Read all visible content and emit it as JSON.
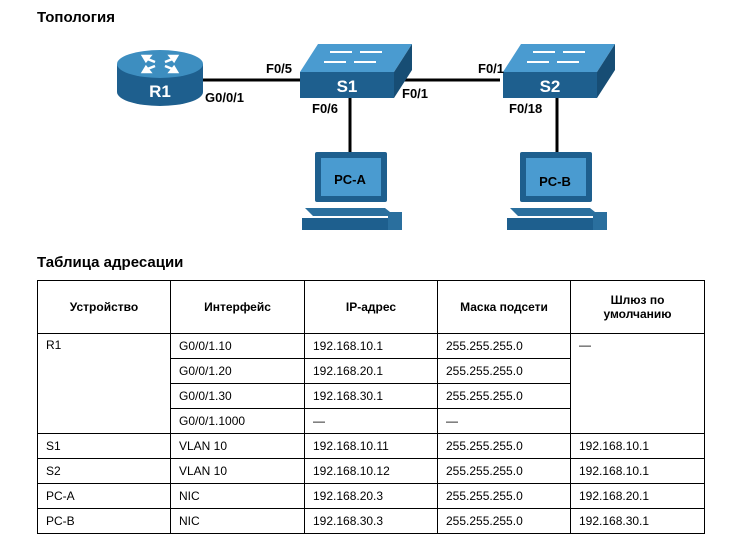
{
  "topology": {
    "title": "Топология",
    "devices": {
      "r1": "R1",
      "s1": "S1",
      "s2": "S2",
      "pca": "PC-A",
      "pcb": "PC-B"
    },
    "ports": {
      "r1_g": "G0/0/1",
      "s1_f05": "F0/5",
      "s1_f06": "F0/6",
      "s1_f01": "F0/1",
      "s2_f01": "F0/1",
      "s2_f018": "F0/18"
    }
  },
  "addressing": {
    "title": "Таблица адресации",
    "headers": [
      "Устройство",
      "Интерфейс",
      "IP-адрес",
      "Маска подсети",
      "Шлюз по умолчанию"
    ],
    "r1": {
      "device": "R1",
      "gateway": "—",
      "rows": [
        [
          "G0/0/1.10",
          "192.168.10.1",
          "255.255.255.0"
        ],
        [
          "G0/0/1.20",
          "192.168.20.1",
          "255.255.255.0"
        ],
        [
          "G0/0/1.30",
          "192.168.30.1",
          "255.255.255.0"
        ],
        [
          "G0/0/1.1000",
          "—",
          "—"
        ]
      ]
    },
    "rows": [
      [
        "S1",
        "VLAN 10",
        "192.168.10.11",
        "255.255.255.0",
        "192.168.10.1"
      ],
      [
        "S2",
        "VLAN 10",
        "192.168.10.12",
        "255.255.255.0",
        "192.168.10.1"
      ],
      [
        "PC-A",
        "NIC",
        "192.168.20.3",
        "255.255.255.0",
        "192.168.20.1"
      ],
      [
        "PC-B",
        "NIC",
        "192.168.30.3",
        "255.255.255.0",
        "192.168.30.1"
      ]
    ]
  }
}
